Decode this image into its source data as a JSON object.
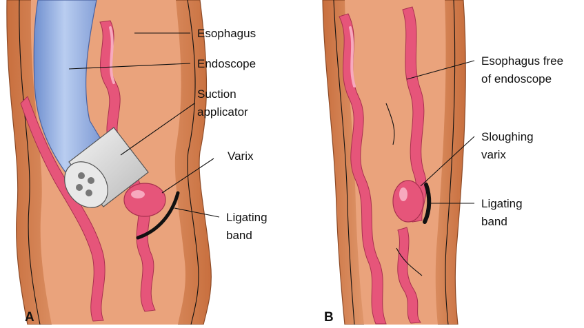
{
  "panel_a": {
    "letter": "A",
    "labels": {
      "esophagus": "Esophagus",
      "endoscope": "Endoscope",
      "suction_line1": "Suction",
      "suction_line2": "applicator",
      "varix": "Varix",
      "band_line1": "Ligating",
      "band_line2": "band"
    }
  },
  "panel_b": {
    "letter": "B",
    "labels": {
      "free_line1": "Esophagus free",
      "free_line2": "of endoscope",
      "slough_line1": "Sloughing",
      "slough_line2": "varix",
      "band_line1": "Ligating",
      "band_line2": "band"
    }
  },
  "colors": {
    "wall_outer": "#d9844f",
    "wall_inner": "#f2b893",
    "lumen": "#e9a07a",
    "varix": "#e6557a",
    "varix_highlight": "#f7a9be",
    "endoscope": "#8ea9dd",
    "applicator": "#d8d8d8",
    "band": "#111111"
  }
}
